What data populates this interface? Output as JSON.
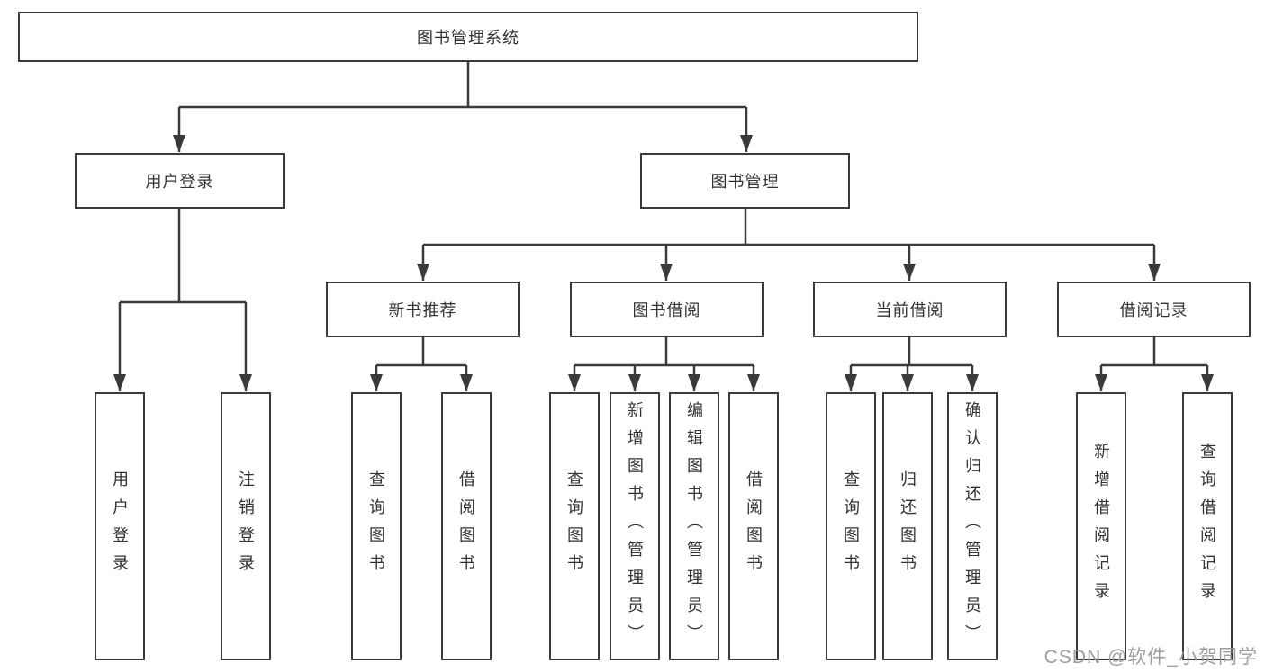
{
  "diagram_title": "图书管理系统",
  "tree": {
    "root": {
      "label": "图书管理系统",
      "children": [
        {
          "label": "用户登录",
          "children": [
            {
              "label": "用户登录"
            },
            {
              "label": "注销登录"
            }
          ]
        },
        {
          "label": "图书管理",
          "children": [
            {
              "label": "新书推荐",
              "children": [
                {
                  "label": "查询图书"
                },
                {
                  "label": "借阅图书"
                }
              ]
            },
            {
              "label": "图书借阅",
              "children": [
                {
                  "label": "查询图书"
                },
                {
                  "label": "新增图书（管理员）"
                },
                {
                  "label": "编辑图书（管理员）"
                },
                {
                  "label": "借阅图书"
                }
              ]
            },
            {
              "label": "当前借阅",
              "children": [
                {
                  "label": "查询图书"
                },
                {
                  "label": "归还图书"
                },
                {
                  "label": "确认归还（管理员）"
                }
              ]
            },
            {
              "label": "借阅记录",
              "children": [
                {
                  "label": "新增借阅记录"
                },
                {
                  "label": "查询借阅记录"
                }
              ]
            }
          ]
        }
      ]
    }
  },
  "watermark": {
    "text": "CSDN @软件_小贺同学"
  },
  "colors": {
    "line": "#3a3a3a",
    "box_border": "#3b3b3b",
    "text": "#333333",
    "watermark": "#969696",
    "background": "#ffffff"
  }
}
